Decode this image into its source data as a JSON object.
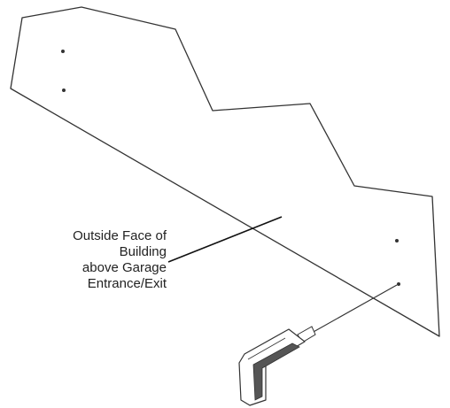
{
  "callout": {
    "lines": [
      "Outside Face of",
      "Building",
      "above Garage",
      "Entrance/Exit"
    ]
  },
  "colors": {
    "stroke": "#333333",
    "drill_body": "#ffffff",
    "drill_grip": "#555555",
    "text": "#222222"
  },
  "icons": {
    "tool": "drill-icon"
  }
}
